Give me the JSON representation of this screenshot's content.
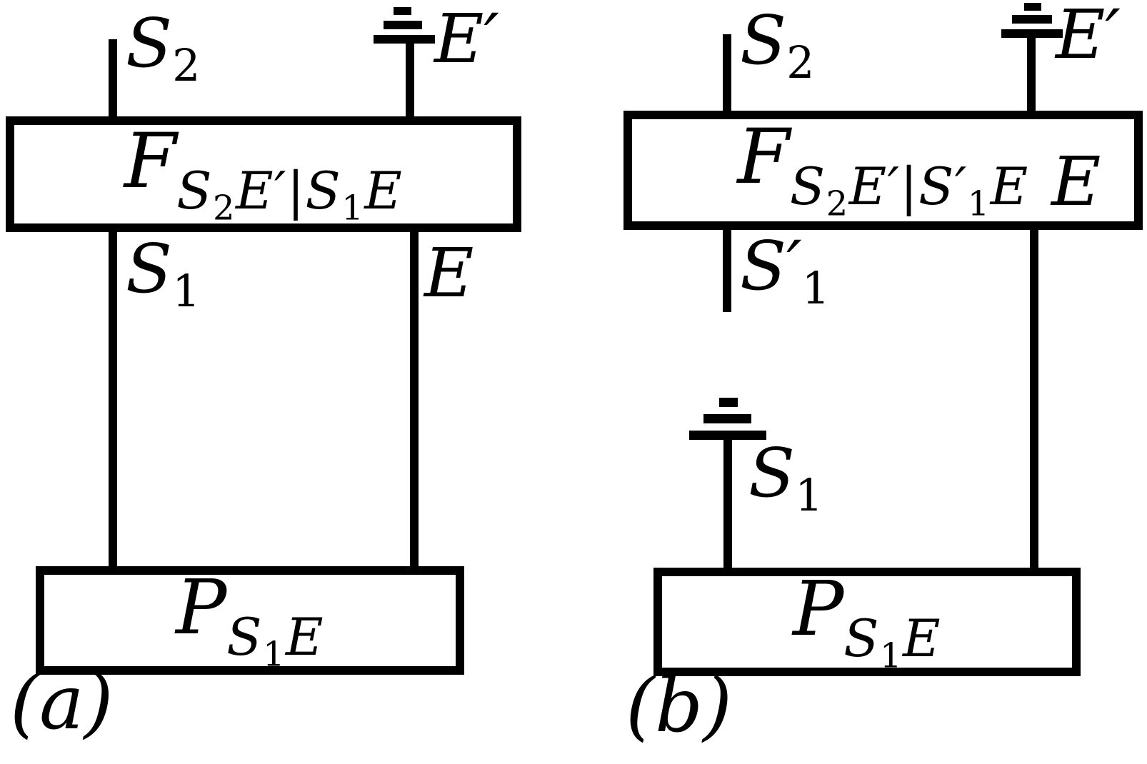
{
  "colors": {
    "ink": "#000000",
    "background": "#ffffff"
  },
  "fig_a": {
    "panel_label": "(a)",
    "f_box": {
      "base": "F",
      "parts": [
        {
          "text": "S",
          "sub": "2"
        },
        {
          "text": "E′",
          "sub": ""
        },
        {
          "text": "|",
          "sub": ""
        },
        {
          "text": "S",
          "sub": "1"
        },
        {
          "text": "E",
          "sub": ""
        }
      ]
    },
    "p_box": {
      "base": "P",
      "parts": [
        {
          "text": "S",
          "sub": "1"
        },
        {
          "text": "E",
          "sub": ""
        }
      ]
    },
    "labels": {
      "s2": {
        "text": "S",
        "sub": "2"
      },
      "e_prime": {
        "text": "E′",
        "sub": ""
      },
      "s1": {
        "text": "S",
        "sub": "1"
      },
      "e": {
        "text": "E",
        "sub": ""
      }
    }
  },
  "fig_b": {
    "panel_label": "(b)",
    "f_box": {
      "base": "F",
      "parts": [
        {
          "text": "S",
          "sub": "2"
        },
        {
          "text": "E′",
          "sub": ""
        },
        {
          "text": "|",
          "sub": ""
        },
        {
          "text": "S′",
          "sub": "1"
        },
        {
          "text": "E",
          "sub": ""
        }
      ]
    },
    "p_box": {
      "base": "P",
      "parts": [
        {
          "text": "S",
          "sub": "1"
        },
        {
          "text": "E",
          "sub": ""
        }
      ]
    },
    "labels": {
      "s2": {
        "text": "S",
        "sub": "2"
      },
      "e_prime": {
        "text": "E′",
        "sub": ""
      },
      "s1_prime": {
        "text": "S′",
        "sub": "1"
      },
      "e": {
        "text": "E",
        "sub": ""
      },
      "s1_ground": {
        "text": "S",
        "sub": "1"
      }
    }
  }
}
